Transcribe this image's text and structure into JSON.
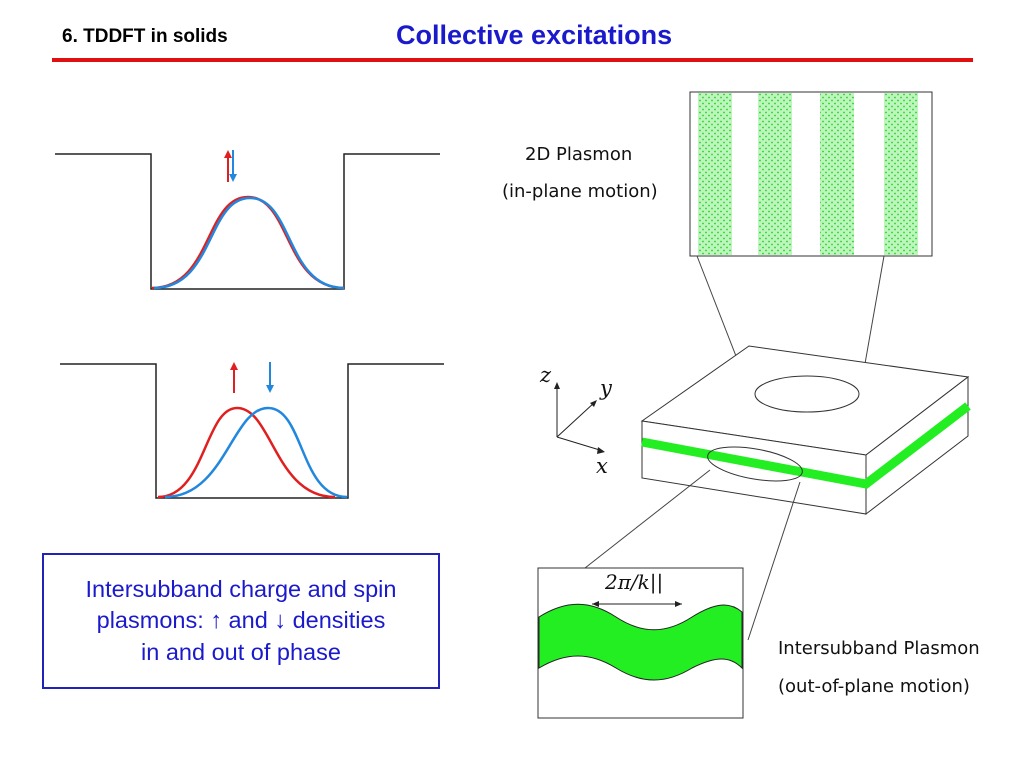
{
  "header": {
    "section": "6. TDDFT in solids",
    "title": "Collective excitations"
  },
  "caption": {
    "line1": "Intersubband charge and spin",
    "line2": "plasmons: ↑ and ↓ densities",
    "line3": "in and out of phase"
  },
  "labels": {
    "plasmon_2d": "2D Plasmon",
    "plasmon_2d_sub": "(in-plane motion)",
    "intersubband": "Intersubband Plasmon",
    "intersubband_sub": "(out-of-plane motion)",
    "wavelength": "2π/k||",
    "axis_z": "z",
    "axis_y": "y",
    "axis_x": "x"
  },
  "colors": {
    "spin_up": "#e02020",
    "spin_down": "#2288dd",
    "plasmon_green": "#22ee22",
    "title_blue": "#1a1acc",
    "rule_red": "#e01010"
  }
}
